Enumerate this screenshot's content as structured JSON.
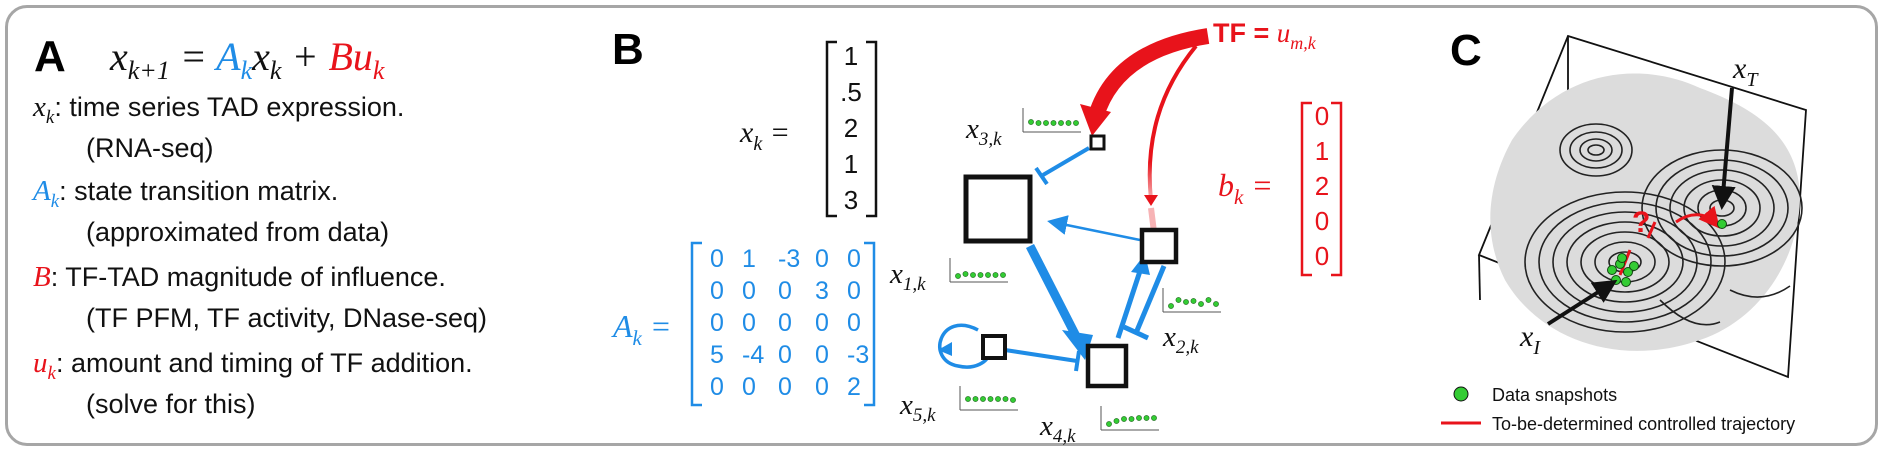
{
  "colors": {
    "blue": "#1f8ce6",
    "red": "#e8131b",
    "black": "#111111",
    "green": "#33cc33",
    "gray": "#a6a6a6"
  },
  "panel_a": {
    "label": "A",
    "equation": {
      "lhs": "x",
      "lhs_sub": "k+1",
      "eq": " = ",
      "a": "A",
      "a_sub": "k",
      "x": "x",
      "x_sub": "k",
      "plus": " + ",
      "b": "Bu",
      "b_sub": "k"
    },
    "definitions": [
      {
        "sym": "x",
        "sub": "k",
        "color": "#111111",
        "text": ":  time series TAD expression.",
        "note": "(RNA-seq)"
      },
      {
        "sym": "A",
        "sub": "k",
        "color": "#1f8ce6",
        "text": ": state transition matrix.",
        "note": "(approximated from data)"
      },
      {
        "sym": "B",
        "sub": "",
        "color": "#e8131b",
        "text": ":   TF-TAD magnitude of influence.",
        "note": "(TF PFM, TF activity, DNase-seq)"
      },
      {
        "sym": "u",
        "sub": "k",
        "color": "#e8131b",
        "text": ": amount and timing of TF addition.",
        "note": "(solve for this)"
      }
    ]
  },
  "panel_b": {
    "label": "B",
    "xk_label": {
      "sym": "x",
      "sub": "k",
      "eq": " ="
    },
    "xk_vector": [
      "1",
      ".5",
      "2",
      "1",
      "3"
    ],
    "ak_label": {
      "sym": "A",
      "sub": "k",
      "eq": " ="
    },
    "ak_matrix": [
      [
        "0",
        "1",
        "-3",
        "0",
        "0"
      ],
      [
        "0",
        "0",
        "0",
        "3",
        "0"
      ],
      [
        "0",
        "0",
        "0",
        "0",
        "0"
      ],
      [
        "5",
        "-4",
        "0",
        "0",
        "-3"
      ],
      [
        "0",
        "0",
        "0",
        "0",
        "2"
      ]
    ],
    "bk_label": {
      "sym": "b",
      "sub": "k",
      "eq": " ="
    },
    "bk_vector": [
      "0",
      "1",
      "2",
      "0",
      "0"
    ],
    "tf_label": {
      "prefix": "TF = ",
      "sym": "u",
      "sub": "m,k"
    },
    "nodes": [
      {
        "sym": "x",
        "sub": "1,k"
      },
      {
        "sym": "x",
        "sub": "2,k"
      },
      {
        "sym": "x",
        "sub": "3,k"
      },
      {
        "sym": "x",
        "sub": "4,k"
      },
      {
        "sym": "x",
        "sub": "5,k"
      }
    ]
  },
  "panel_c": {
    "label": "C",
    "target": {
      "sym": "x",
      "sub": "T"
    },
    "initial": {
      "sym": "x",
      "sub": "I"
    },
    "question": "?",
    "legend": [
      {
        "marker": "green-dot",
        "text": "Data snapshots"
      },
      {
        "marker": "red-line",
        "text": "To-be-determined controlled trajectory"
      }
    ]
  }
}
